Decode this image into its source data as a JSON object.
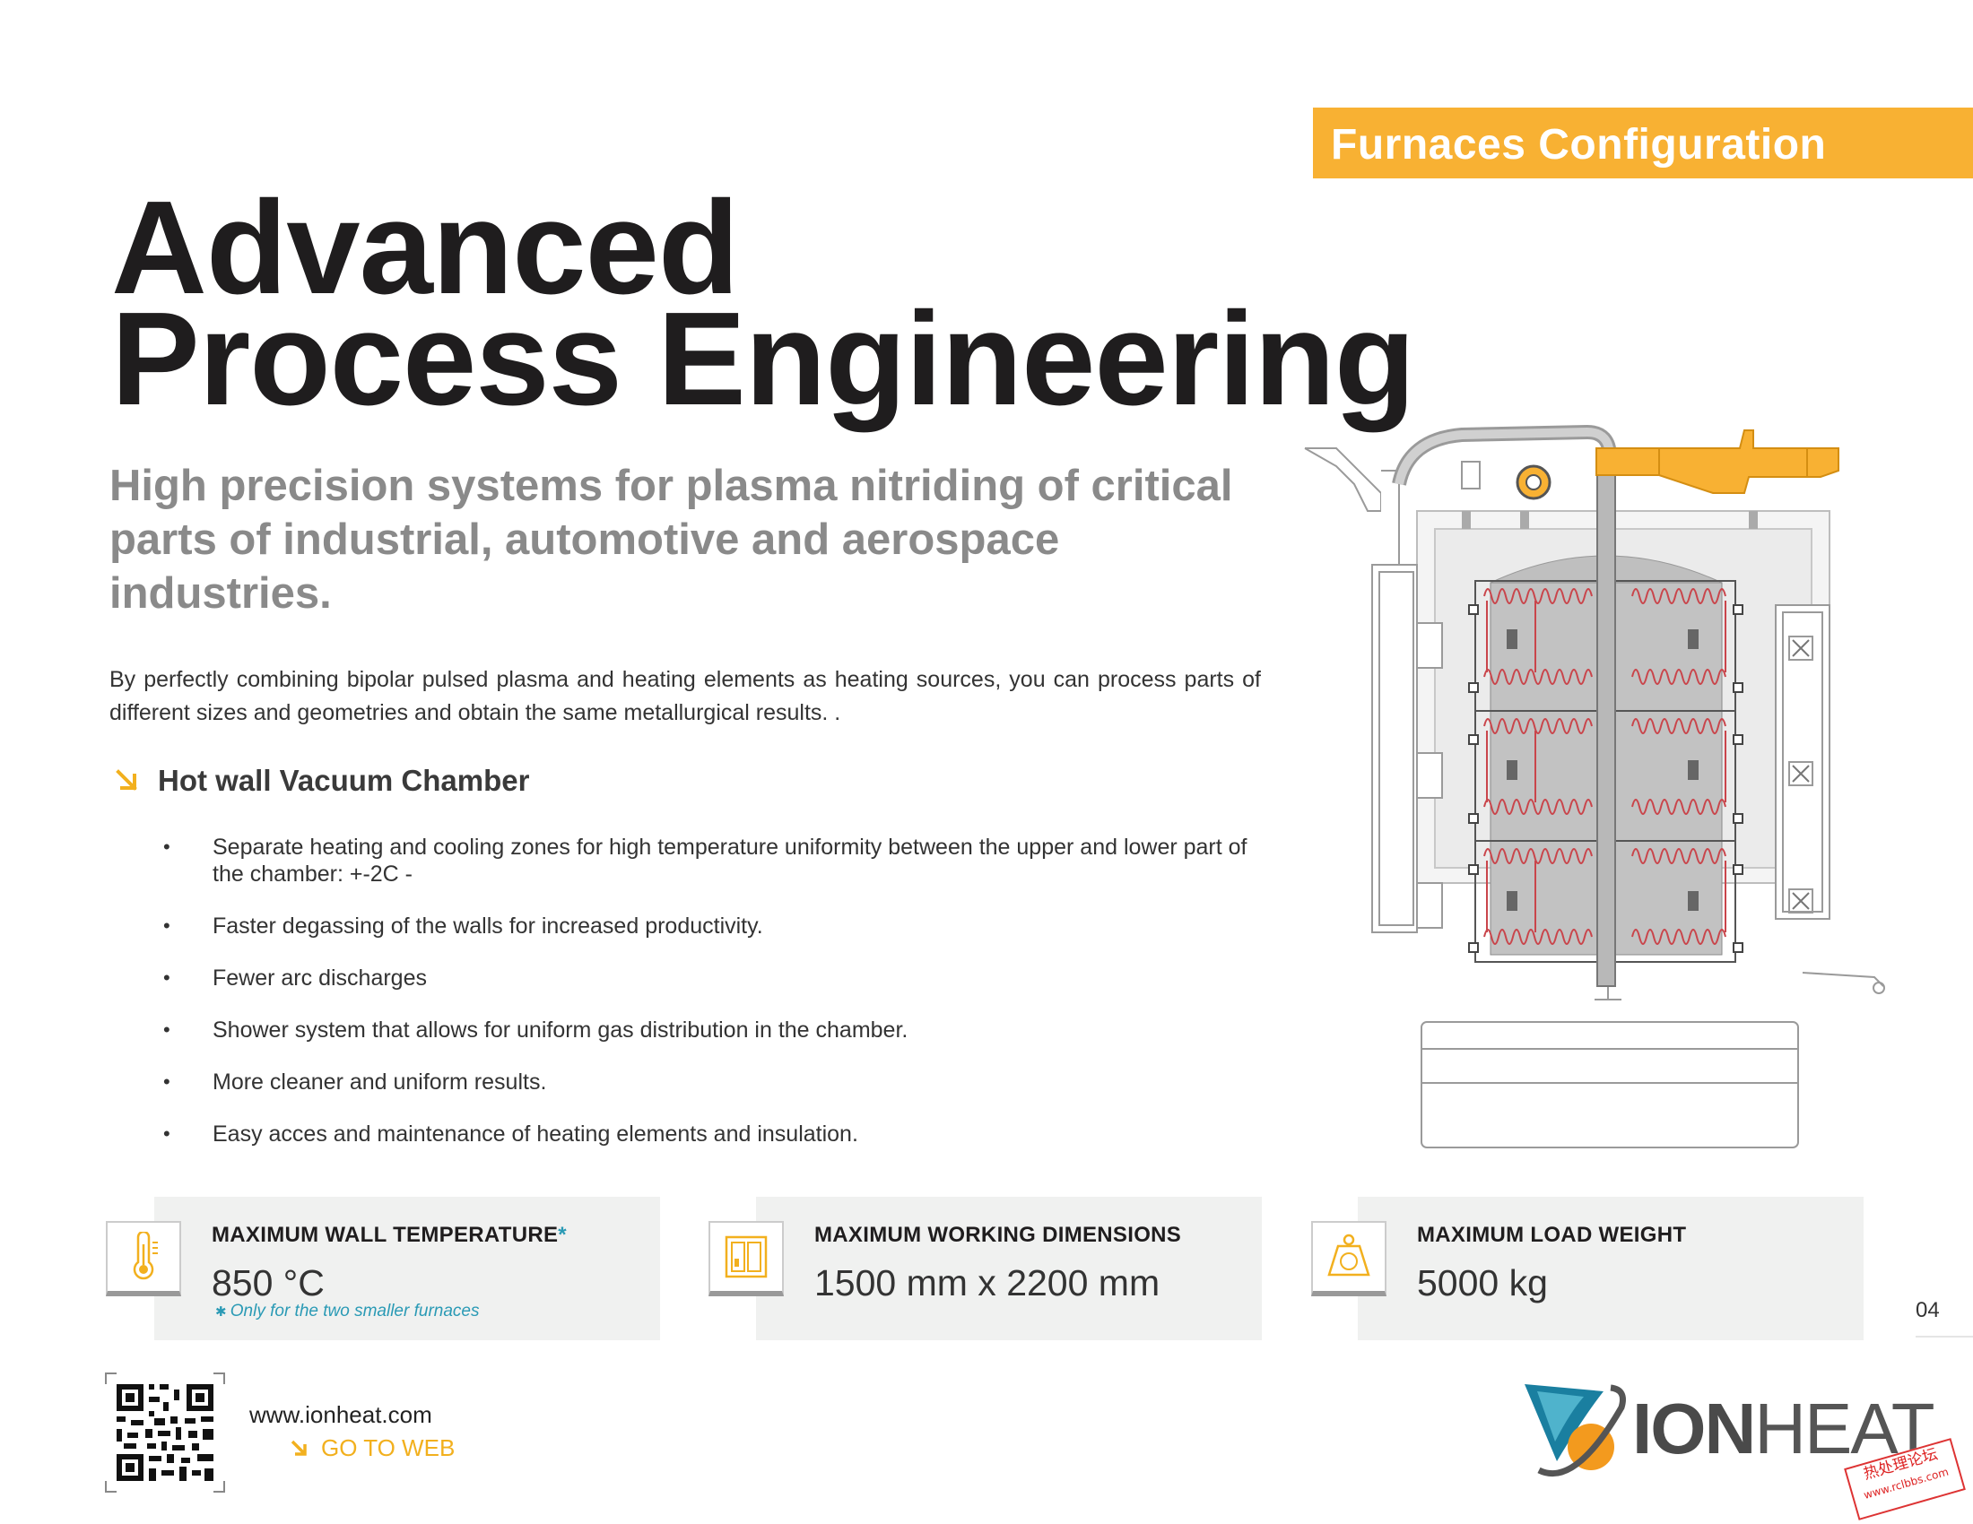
{
  "section_tag": "Furnaces Configuration",
  "title": {
    "line1": "Advanced",
    "line2": "Process Engineering"
  },
  "subtitle": "High precision systems for plasma nitriding of critical parts of industrial, automotive and aerospace industries.",
  "intro": "By perfectly combining bipolar pulsed plasma and heating elements as heating sources, you can process parts of different sizes and geometries and obtain the same metallurgical results. .",
  "feature_heading": "Hot wall Vacuum Chamber",
  "features": [
    "Separate heating and cooling zones for high temperature uniformity between the upper and lower part of the chamber: +-2C -",
    "Faster degassing of the walls for increased productivity.",
    "Fewer arc discharges",
    "Shower system that allows for uniform gas distribution in the chamber.",
    "More cleaner and uniform results.",
    "Easy acces and maintenance of heating elements and insulation."
  ],
  "specs": {
    "temperature": {
      "label": "MAXIMUM WALL TEMPERATURE",
      "marker": "*",
      "value": "850 °C",
      "note": "Only for the two smaller furnaces",
      "icon": "thermometer-icon"
    },
    "dimensions": {
      "label": "MAXIMUM WORKING DIMENSIONS",
      "value": "1500 mm x 2200 mm",
      "icon": "dimensions-icon"
    },
    "weight": {
      "label": "MAXIMUM LOAD WEIGHT",
      "value": "5000 kg",
      "icon": "weight-icon"
    }
  },
  "page_number": "04",
  "footer": {
    "website": "www.ionheat.com",
    "go_to_web": "GO TO WEB"
  },
  "brand": {
    "part1": "ION",
    "part2": "HEAT"
  },
  "stamp": {
    "line1": "热处理论坛",
    "line2": "www.rclbbs.com"
  },
  "colors": {
    "accent": "#f8b133",
    "note": "#2a9ab5",
    "heating_coil": "#c9454b",
    "logo_blue": "#1a7fa0",
    "logo_orange": "#f39a1e"
  }
}
